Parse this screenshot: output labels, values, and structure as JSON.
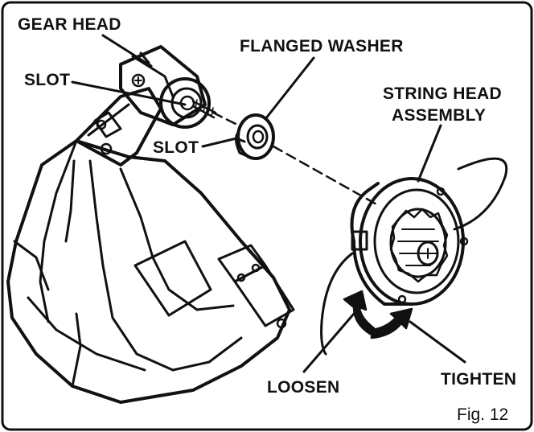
{
  "labels": {
    "gear_head": "GEAR HEAD",
    "slot_upper": "SLOT",
    "flanged_washer": "FLANGED WASHER",
    "string_head_line1": "STRING HEAD",
    "string_head_line2": "ASSEMBLY",
    "slot_lower": "SLOT",
    "loosen": "LOOSEN",
    "tighten": "TIGHTEN"
  },
  "caption": "Fig. 12"
}
